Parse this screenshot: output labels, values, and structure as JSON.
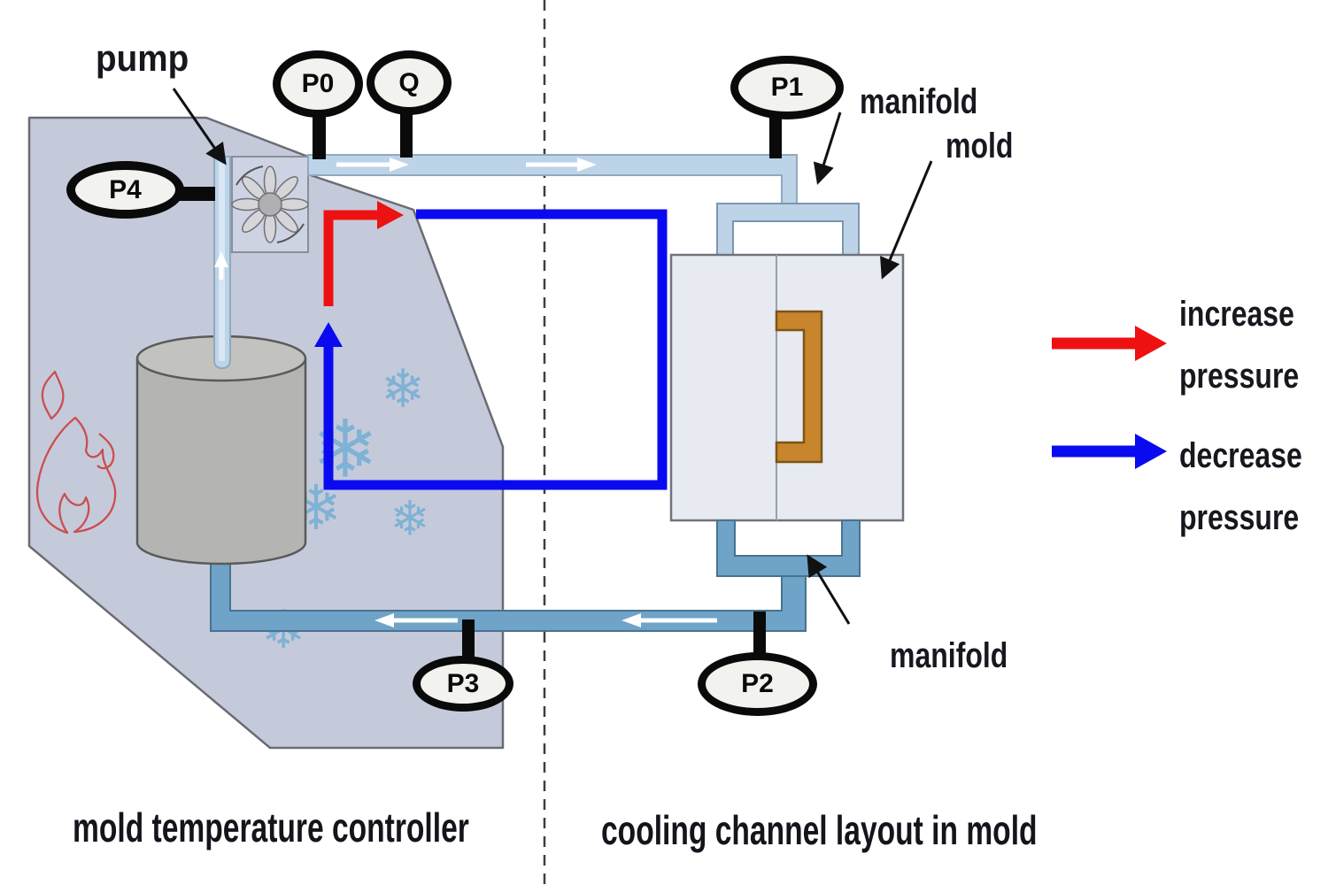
{
  "captions": {
    "left": "mold temperature controller",
    "right": "cooling channel layout in mold"
  },
  "labels": {
    "pump": "pump",
    "manifold_top": "manifold",
    "mold": "mold",
    "manifold_bottom": "manifold"
  },
  "gauges": {
    "p0": "P0",
    "q": "Q",
    "p1": "P1",
    "p2": "P2",
    "p3": "P3",
    "p4": "P4"
  },
  "legend": {
    "increase": {
      "line1": "increase",
      "line2": "pressure",
      "color": "#ee1111"
    },
    "decrease": {
      "line1": "decrease",
      "line2": "pressure",
      "color": "#0a0af0"
    }
  },
  "icons": {
    "snowflake_glyph": "❄"
  },
  "colors": {
    "housing_fill": "#c5cadb",
    "supply_pipe": "#bdd3e8",
    "return_pipe": "#6fa3c8",
    "mold_fill": "#e7ebf1",
    "channel_fill": "#c8852c",
    "tank_fill": "#b4b5b2",
    "flame_stroke": "#cb4e4e",
    "snowflake": "#7fb2d4"
  }
}
